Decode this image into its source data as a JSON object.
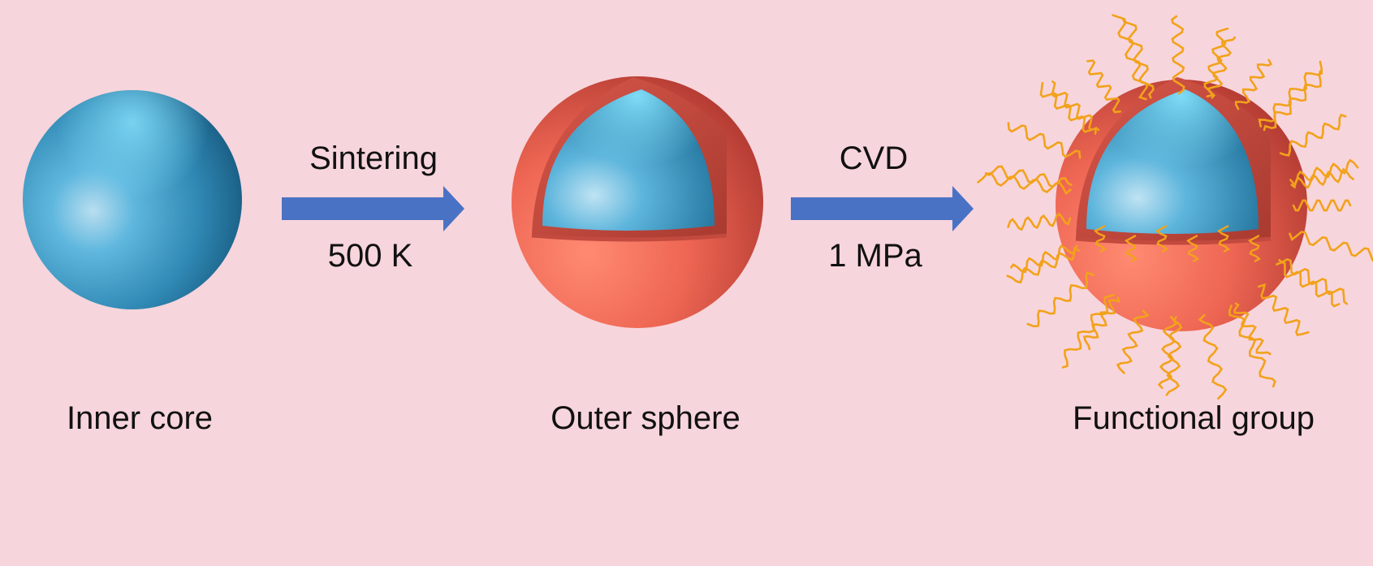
{
  "stages": [
    {
      "label": "Inner core"
    },
    {
      "label": "Outer sphere"
    },
    {
      "label": "Functional group"
    }
  ],
  "steps": [
    {
      "top_label": "Sintering",
      "bottom_label": "500 K"
    },
    {
      "top_label": "CVD",
      "bottom_label": "1 MPa"
    }
  ],
  "colors": {
    "background": "#f7d5dc",
    "core": "#3a9ccb",
    "shell": "#ee6b5c",
    "arrow": "#4a72c4",
    "chains": "#f2a21b"
  }
}
